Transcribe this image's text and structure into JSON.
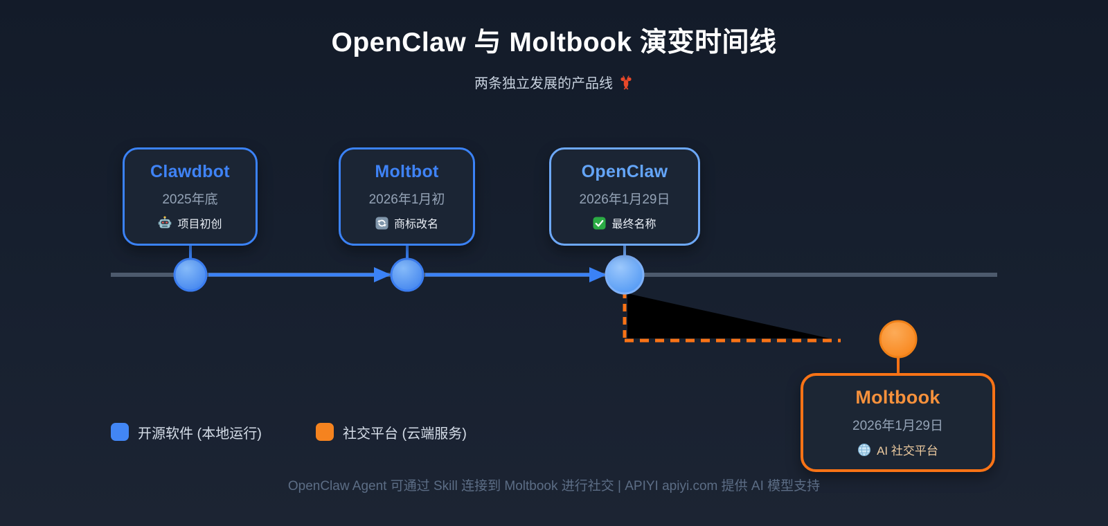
{
  "header": {
    "title": "OpenClaw 与 Moltbook 演变时间线",
    "subtitle": "两条独立发展的产品线",
    "subtitle_icon": "lobster-icon"
  },
  "timeline": {
    "axis_color": "#4d5a6d",
    "branch_color": "#f97316",
    "events": [
      {
        "name": "Clawdbot",
        "date": "2025年底",
        "tag": "项目初创",
        "icon": "robot-icon",
        "color": "#3b82f6"
      },
      {
        "name": "Moltbot",
        "date": "2026年1月初",
        "tag": "商标改名",
        "icon": "refresh-icon",
        "color": "#3b82f6"
      },
      {
        "name": "OpenClaw",
        "date": "2026年1月29日",
        "tag": "最终名称",
        "icon": "check-icon",
        "color": "#60a5fa"
      },
      {
        "name": "Moltbook",
        "date": "2026年1月29日",
        "tag": "AI 社交平台",
        "icon": "globe-icon",
        "color": "#f97316"
      }
    ]
  },
  "legend": {
    "items": [
      {
        "label": "开源软件 (本地运行)",
        "color": "#4286f5"
      },
      {
        "label": "社交平台 (云端服务)",
        "color": "#f5831f"
      }
    ]
  },
  "footer": {
    "note": "OpenClaw Agent 可通过 Skill 连接到 Moltbook 进行社交 | APIYI apiyi.com 提供 AI 模型支持"
  }
}
